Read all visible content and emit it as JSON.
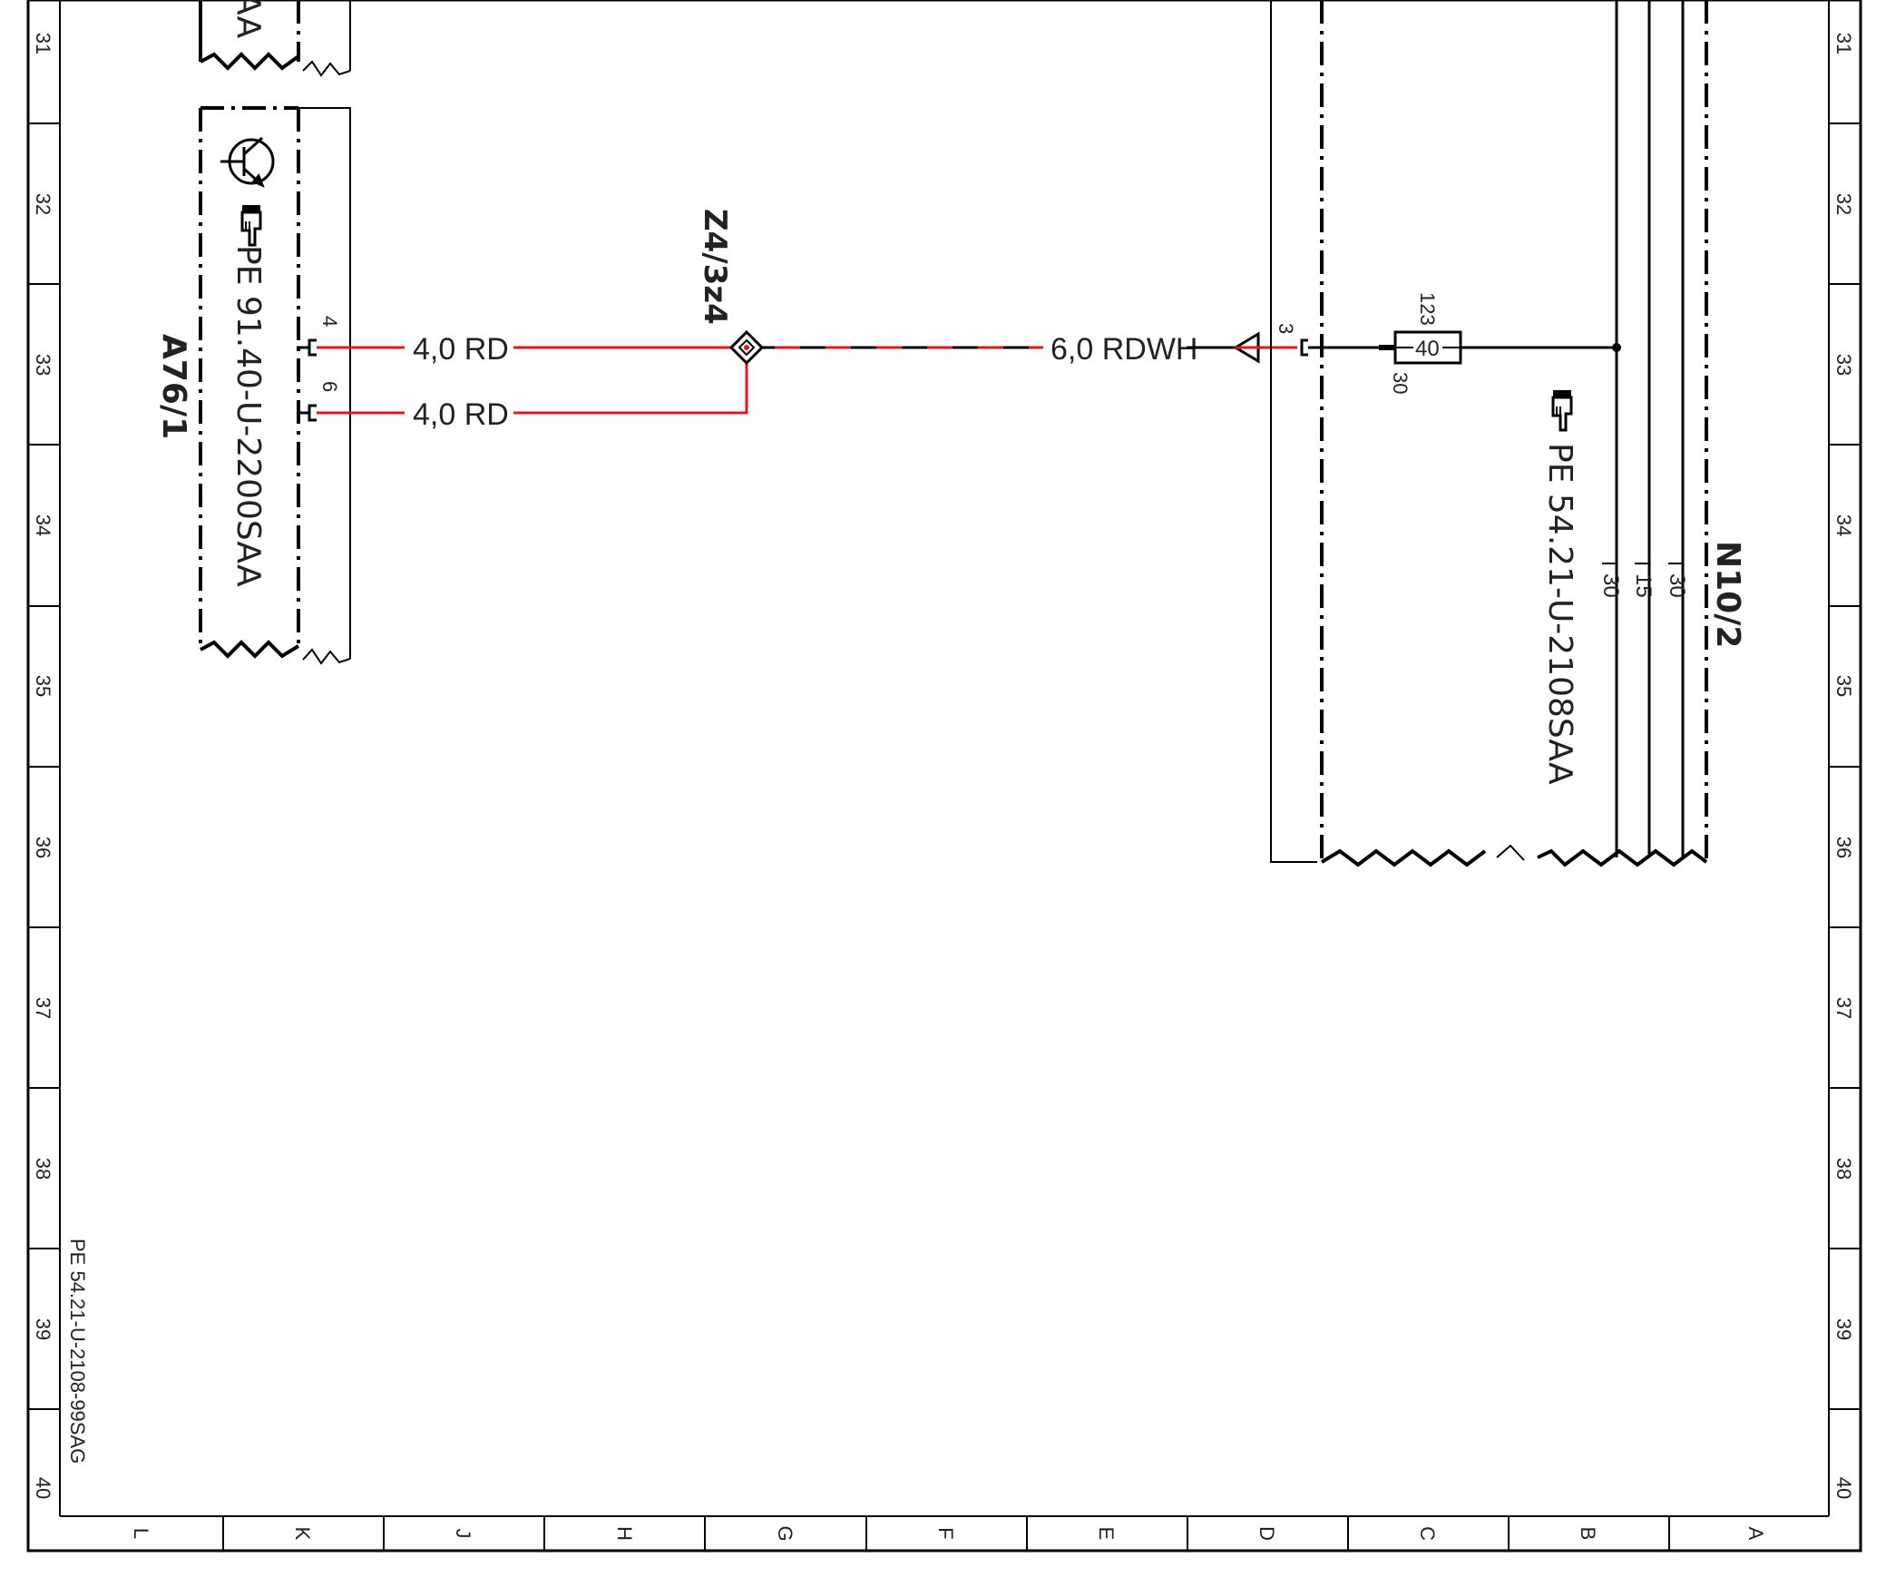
{
  "sheet": {
    "row_numbers": [
      "31",
      "32",
      "33",
      "34",
      "35",
      "36",
      "37",
      "38",
      "39",
      "40"
    ],
    "column_letters": [
      "L",
      "K",
      "J",
      "H",
      "G",
      "F",
      "E",
      "D",
      "C",
      "B",
      "A"
    ],
    "footer_ref": "PE 54.21-U-2108-99SAG"
  },
  "components": {
    "a76": {
      "id": "A76/1",
      "ref": "PE 91.40-U-2200SAA",
      "top_ref_fragment": "AA",
      "pin_4": "4",
      "pin_6": "6"
    },
    "splice": {
      "id": "Z4/3z4"
    },
    "n10": {
      "id": "N10/2",
      "ref": "PE 54.21-U-2108SAA",
      "pin_3": "3",
      "fuse_number": "123",
      "fuse_rating": "40",
      "fuse_terminal": "30",
      "bus_30a": "30",
      "bus_15": "15",
      "bus_30b": "30"
    }
  },
  "wires": {
    "w1": "4,0 RD",
    "w2": "4,0 RD",
    "w3": "6,0 RDWH"
  },
  "colors": {
    "line": "#000000",
    "wire_red": "#e0191c",
    "text": "#222222"
  },
  "icons": [
    "transistor-icon",
    "pointing-hand-icon"
  ]
}
